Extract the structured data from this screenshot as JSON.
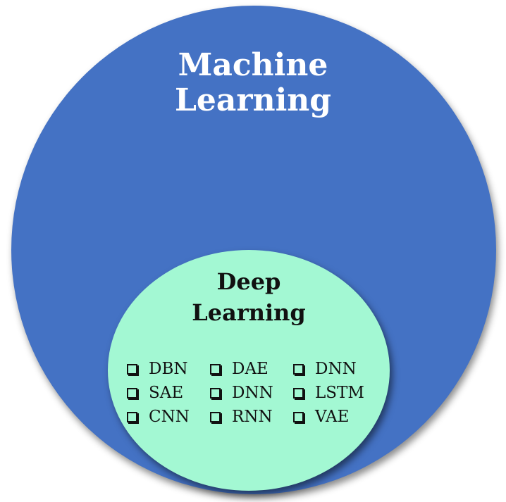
{
  "outer": {
    "title_line1": "Machine",
    "title_line2": "Learning",
    "color": "#4472c4"
  },
  "inner": {
    "title_line1": "Deep",
    "title_line2": "Learning",
    "color": "#a3f8d3",
    "icon": "checkbox-icon",
    "models": [
      [
        "DBN",
        "DAE",
        "DNN"
      ],
      [
        "SAE",
        "DNN",
        "LSTM"
      ],
      [
        "CNN",
        "RNN",
        "VAE"
      ]
    ]
  }
}
